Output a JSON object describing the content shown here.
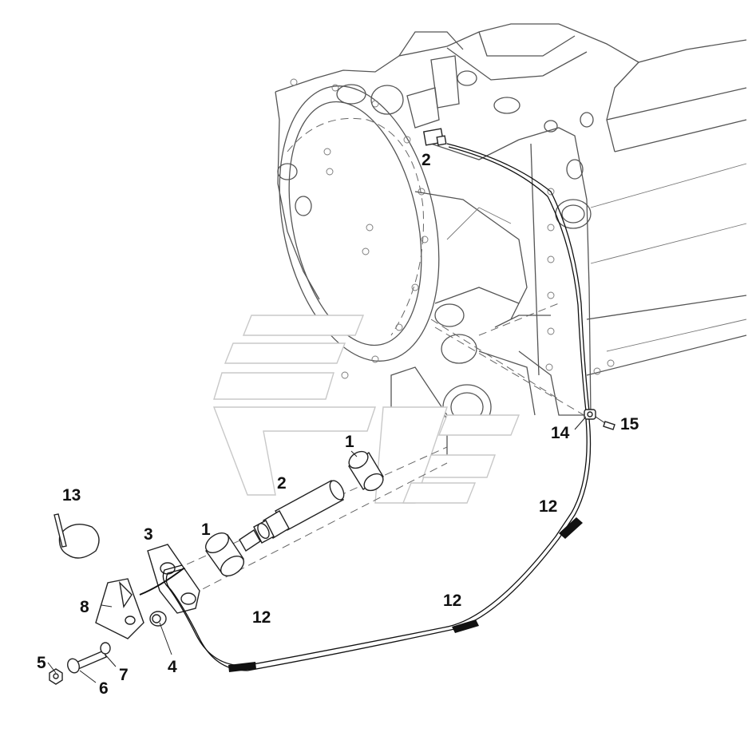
{
  "diagram": {
    "callouts": [
      {
        "key": "c2_top",
        "text": "2"
      },
      {
        "key": "c1_upper",
        "text": "1"
      },
      {
        "key": "c2_mid",
        "text": "2"
      },
      {
        "key": "c13",
        "text": "13"
      },
      {
        "key": "c3",
        "text": "3"
      },
      {
        "key": "c1_lower",
        "text": "1"
      },
      {
        "key": "c8",
        "text": "8"
      },
      {
        "key": "c12_left",
        "text": "12"
      },
      {
        "key": "c12_mid",
        "text": "12"
      },
      {
        "key": "c12_right",
        "text": "12"
      },
      {
        "key": "c14",
        "text": "14"
      },
      {
        "key": "c15",
        "text": "15"
      },
      {
        "key": "c5",
        "text": "5"
      },
      {
        "key": "c6",
        "text": "6"
      },
      {
        "key": "c7",
        "text": "7"
      },
      {
        "key": "c4",
        "text": "4"
      }
    ],
    "colors": {
      "line": "#222222",
      "housing": "#555555",
      "watermark": "#c8c8c8",
      "background": "#ffffff"
    }
  }
}
